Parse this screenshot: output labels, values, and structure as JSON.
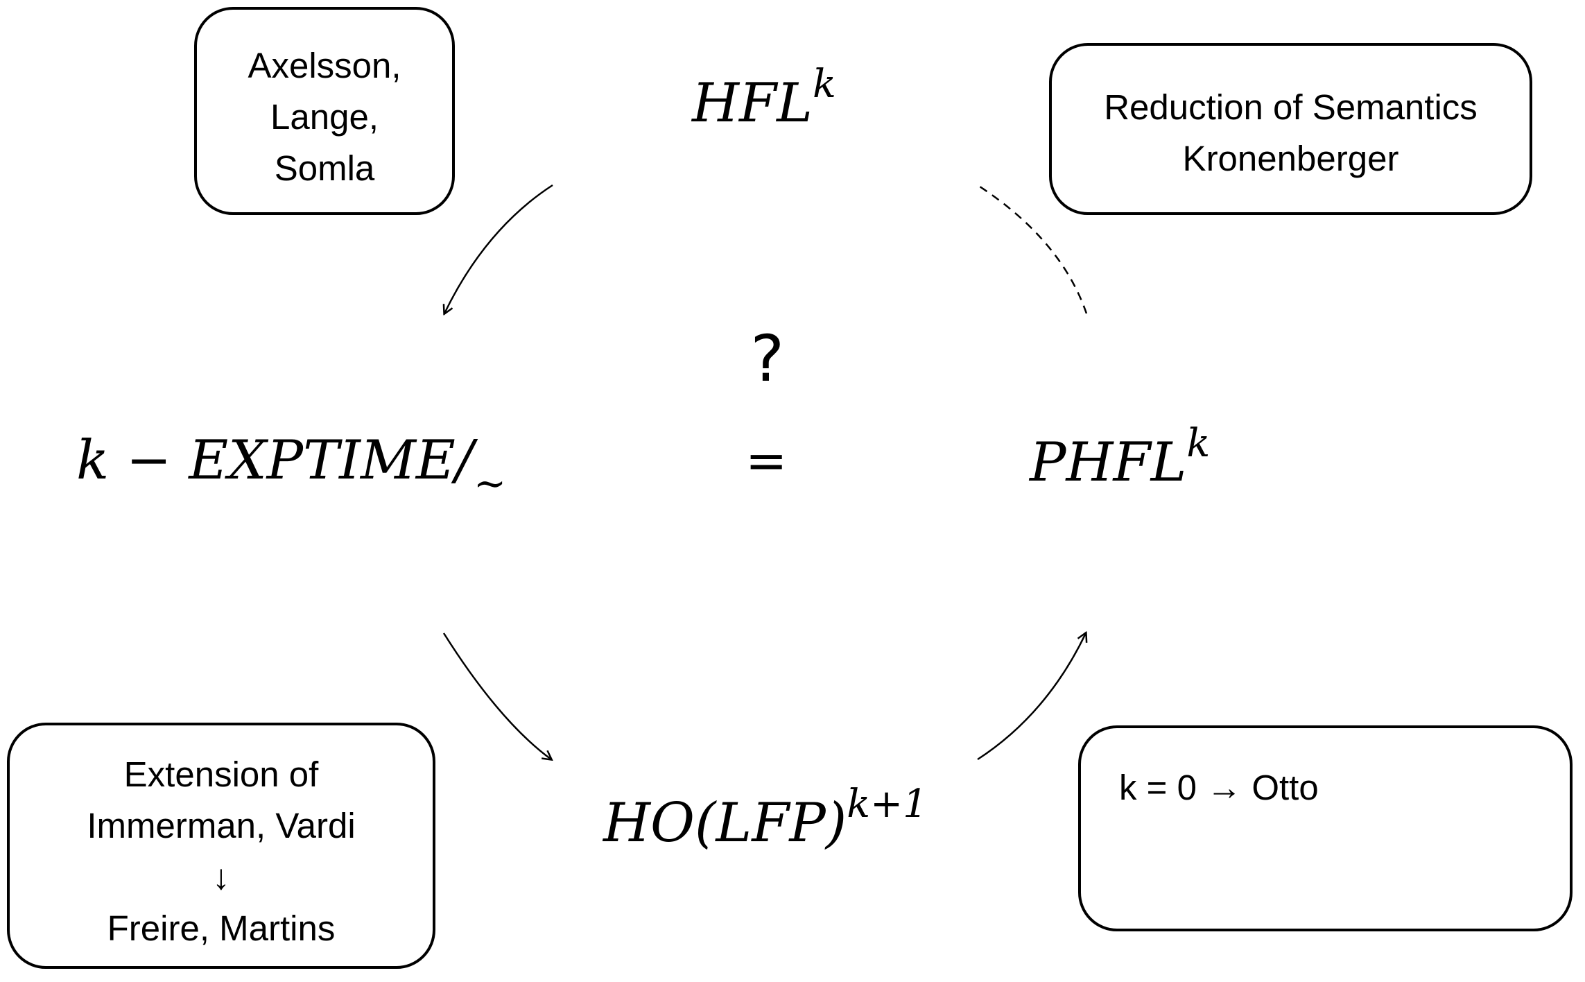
{
  "nodes": {
    "hfl": {
      "base": "HFL",
      "sup": "k"
    },
    "kexptime": {
      "base": "k − EXPTIME/",
      "sub": "∼"
    },
    "phfl": {
      "base": "PHFL",
      "sup": "k"
    },
    "holfp": {
      "base": "HO(LFP)",
      "sup": "k+1"
    }
  },
  "center": {
    "question": "?",
    "equals": "="
  },
  "notes": {
    "top_left": {
      "lines": [
        "Axelsson,",
        "Lange,",
        "Somla"
      ]
    },
    "top_right": {
      "lines": [
        "Reduction of Semantics",
        "Kronenberger"
      ]
    },
    "bottom_left": {
      "lines": [
        "Extension of",
        "Immerman, Vardi",
        "↓",
        "Freire, Martins"
      ]
    },
    "bottom_right": {
      "text": "k = 0 → Otto"
    }
  },
  "edges": [
    {
      "from": "hfl",
      "to": "kexptime",
      "style": "solid"
    },
    {
      "from": "kexptime",
      "to": "holfp",
      "style": "solid"
    },
    {
      "from": "holfp",
      "to": "phfl",
      "style": "solid"
    },
    {
      "from": "phfl",
      "to": "hfl",
      "style": "dashed"
    }
  ],
  "colors": {
    "ink": "#000000",
    "background": "#ffffff"
  }
}
